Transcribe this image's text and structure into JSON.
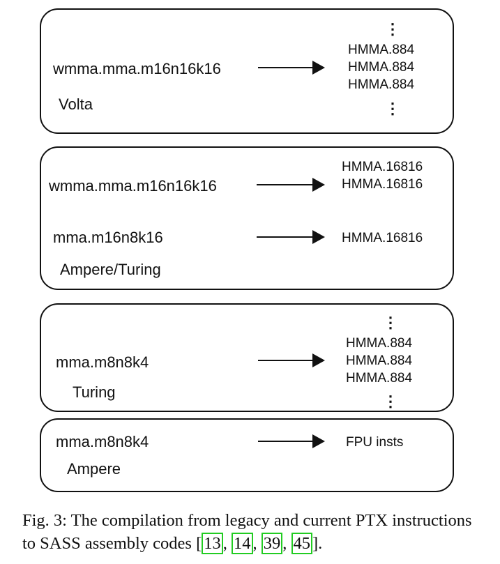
{
  "volta": {
    "ptx": "wmma.mma.m16n16k16",
    "arch": "Volta",
    "sass": [
      "HMMA.884",
      "HMMA.884",
      "HMMA.884"
    ],
    "ellipsis": "⋮"
  },
  "ampere_turing": {
    "ptx1": "wmma.mma.m16n16k16",
    "sass1": [
      "HMMA.16816",
      "HMMA.16816"
    ],
    "ptx2": "mma.m16n8k16",
    "sass2": "HMMA.16816",
    "arch": "Ampere/Turing"
  },
  "turing": {
    "ptx": "mma.m8n8k4",
    "arch": "Turing",
    "sass": [
      "HMMA.884",
      "HMMA.884",
      "HMMA.884"
    ],
    "ellipsis": "⋮"
  },
  "ampere": {
    "ptx": "mma.m8n8k4",
    "arch": "Ampere",
    "sass": "FPU insts"
  },
  "caption": {
    "prefix": "Fig. 3: The compilation from legacy and current PTX instructions to SASS assembly codes [",
    "refs": [
      "13",
      "14",
      "39",
      "45"
    ],
    "sep": ", ",
    "suffix": "]."
  }
}
